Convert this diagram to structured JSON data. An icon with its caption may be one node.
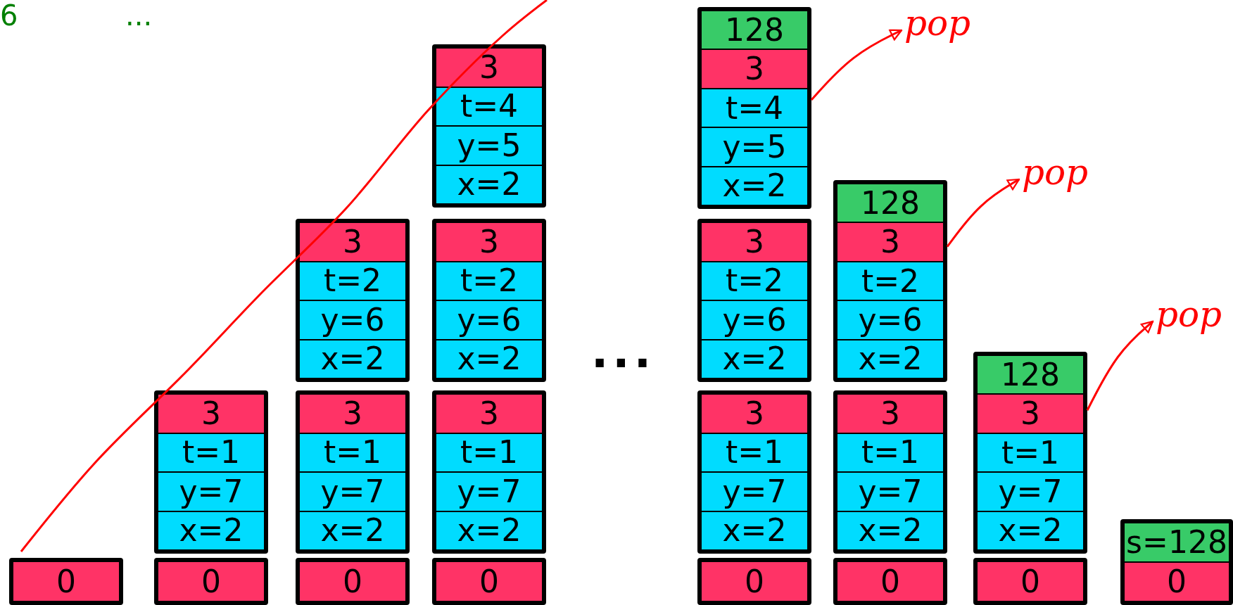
{
  "diagram": {
    "nodes": [
      {
        "text": [
          "0"
        ]
      },
      {
        "text": [
          "3",
          "t=1",
          "y=7",
          "x=2"
        ]
      },
      {
        "text": [
          "0"
        ]
      },
      {
        "text": [
          "3",
          "t=2",
          "y=6",
          "x=2"
        ]
      },
      {
        "text": [
          "3",
          "t=1",
          "y=7",
          "x=2"
        ]
      },
      {
        "text": [
          "0"
        ]
      },
      {
        "text": [
          "3",
          "t=4",
          "y=5",
          "x=2"
        ]
      },
      {
        "text": [
          "3",
          "t=2",
          "y=6",
          "x=2"
        ]
      },
      {
        "text": [
          "3",
          "t=1",
          "y=7",
          "x=2"
        ]
      },
      {
        "text": [
          "0"
        ]
      },
      {
        "text": [
          "128",
          "3",
          "t=4",
          "y=5",
          "x=2"
        ]
      },
      {
        "text": [
          "3",
          "t=2",
          "y=6",
          "x=2"
        ]
      },
      {
        "text": [
          "3",
          "t=1",
          "y=7",
          "x=2"
        ]
      },
      {
        "text": [
          "0"
        ]
      },
      {
        "text": [
          "128",
          "3",
          "t=2",
          "y=6",
          "x=2"
        ]
      },
      {
        "text": [
          "3",
          "t=1",
          "y=7",
          "x=2"
        ]
      },
      {
        "text": [
          "0"
        ]
      },
      {
        "text": [
          "128",
          "3",
          "t=1",
          "y=7",
          "x=2"
        ]
      },
      {
        "text": [
          "0"
        ]
      },
      {
        "text": [
          "s=128",
          "0"
        ]
      },
      {
        "text": [
          "pop"
        ]
      },
      {
        "text": [
          "pop"
        ]
      },
      {
        "text": [
          "pop"
        ]
      }
    ],
    "edges": [
      {
        "from": 10,
        "to": 20,
        "arrow": "to"
      },
      {
        "from": 14,
        "to": 21,
        "arrow": "to"
      },
      {
        "from": 17,
        "to": 22,
        "arrow": "to"
      }
    ],
    "labels": [
      "6",
      "...",
      "..."
    ]
  }
}
